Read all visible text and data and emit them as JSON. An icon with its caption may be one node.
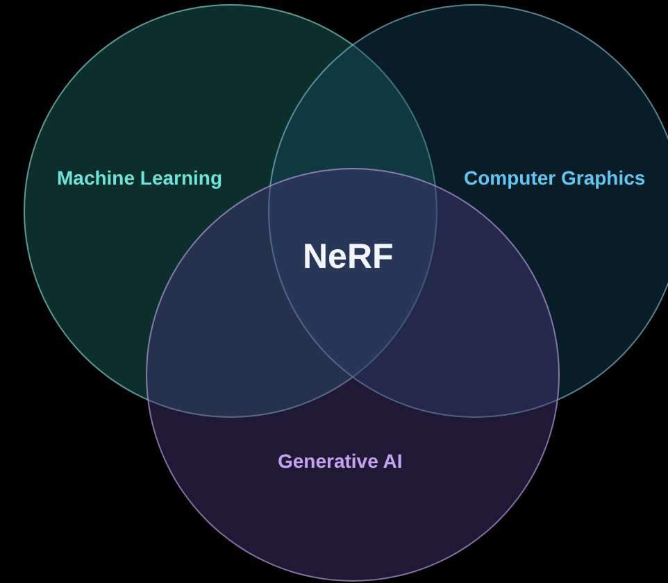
{
  "diagram": {
    "nodes": [
      {
        "text": [
          "Machine Learning"
        ]
      },
      {
        "text": [
          "Computer Graphics"
        ]
      },
      {
        "text": [
          "Generative AI"
        ]
      }
    ],
    "labels": [
      "NeRF"
    ]
  }
}
